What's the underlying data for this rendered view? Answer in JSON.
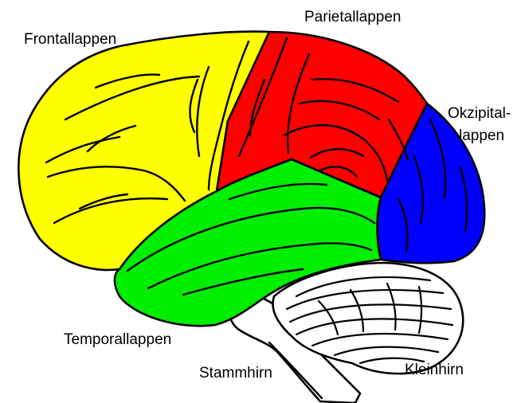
{
  "labels": {
    "frontal": "Frontallappen",
    "parietal": "Parietallappen",
    "occipital_line1": "Okzipital-",
    "occipital_line2": "lappen",
    "temporal": "Temporallappen",
    "brainstem": "Stammhirn",
    "cerebellum": "Kleinhirn"
  },
  "colors": {
    "frontal": "#ffff00",
    "parietal": "#ff0000",
    "occipital": "#0000ff",
    "temporal": "#00ee00",
    "cerebellum": "#ffffff",
    "brainstem": "#ffffff",
    "outline": "#000000"
  }
}
